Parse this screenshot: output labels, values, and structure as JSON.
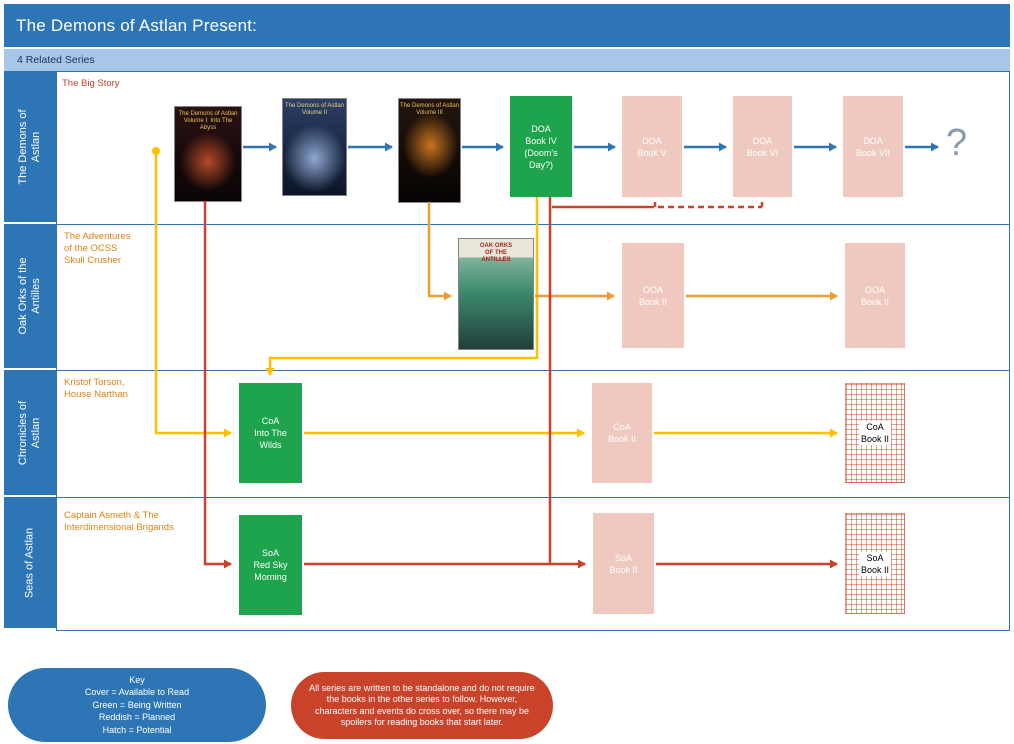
{
  "header": {
    "title": "The Demons of Astlan Present:",
    "subtitle": "4 Related Series"
  },
  "rows": [
    {
      "label": "The Demons of\nAstlan",
      "subtitle": "The Big Story",
      "covers": [
        {
          "caption": "The Demons of Astlan\nVolume I: Into The Abyss"
        },
        {
          "caption": "The Demons of Astlan\nVolume II"
        },
        {
          "caption": "The Demons of Astlan\nVolume III"
        }
      ],
      "boxes": [
        {
          "label": "DOA\nBook IV\n(Doom's Day?)",
          "status": "being-written"
        },
        {
          "label": "DOA\nBook V",
          "status": "planned"
        },
        {
          "label": "DOA\nBook VI",
          "status": "planned"
        },
        {
          "label": "DOA\nBook VII",
          "status": "planned"
        }
      ],
      "future": "?"
    },
    {
      "label": "Oak Orks of the\nAntilles",
      "subtitle": "The Adventures\nof the OCSS\nSkull Crusher",
      "covers": [
        {
          "caption": "OAK ORKS\nOF THE\nANTILLES"
        }
      ],
      "boxes": [
        {
          "label": "OOA\nBook II",
          "status": "planned"
        },
        {
          "label": "OOA\nBook II",
          "status": "planned"
        }
      ]
    },
    {
      "label": "Chronicles of\nAstlan",
      "subtitle": "Kristof Torson,\nHouse Narthan",
      "boxes": [
        {
          "label": "CoA\nInto The\nWilds",
          "status": "being-written"
        },
        {
          "label": "CoA\nBook II",
          "status": "planned"
        },
        {
          "label": "CoA\nBook II",
          "status": "potential"
        }
      ]
    },
    {
      "label": "Seas of Astlan",
      "subtitle": "Captain Asmeth & The\nInterdimensional Brigands",
      "boxes": [
        {
          "label": "SoA\nRed Sky\nMorning",
          "status": "being-written"
        },
        {
          "label": "SoA\nBook II",
          "status": "planned"
        },
        {
          "label": "SoA\nBook II",
          "status": "potential"
        }
      ]
    }
  ],
  "legend": {
    "lines": [
      "Key",
      "Cover = Available to Read",
      "Green = Being Written",
      "Reddish = Planned",
      "Hatch = Potential"
    ]
  },
  "note": "All series are written to be standalone and do not require the books in the other series to follow. However, characters and events do cross over, so there may be spoilers for reading books that start later.",
  "palette": {
    "header_blue": "#2E75B6",
    "being_written_green": "#1EA44C",
    "planned_pink": "#EFC9C0",
    "series_blue_arrow": "#2E75B6",
    "chronicles_yellow": "#FFC000",
    "oak_orks_orange": "#ED9B33",
    "seas_red": "#C9432A"
  }
}
